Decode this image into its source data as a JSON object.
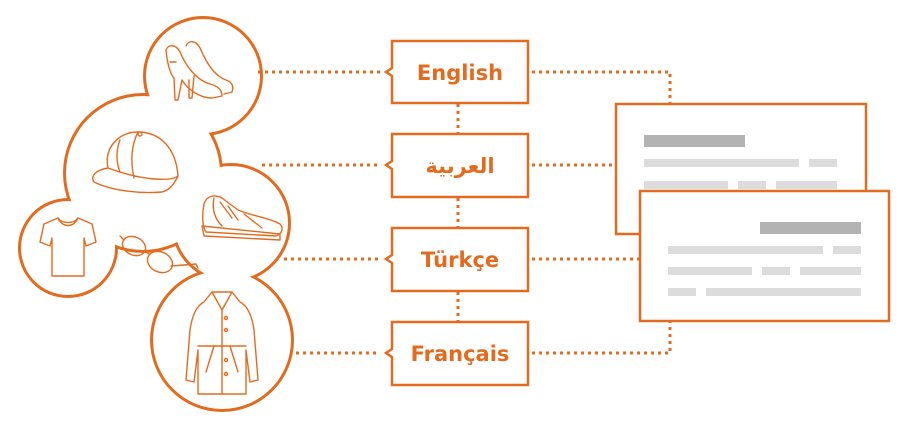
{
  "colors": {
    "accent": "#e36b1f",
    "placeholder_dark": "#b3b3b3",
    "placeholder_light": "#dcdcdc",
    "background": "#ffffff"
  },
  "products": [
    {
      "icon": "high-heels-icon"
    },
    {
      "icon": "cap-icon"
    },
    {
      "icon": "sneaker-icon"
    },
    {
      "icon": "tshirt-icon"
    },
    {
      "icon": "sunglasses-icon"
    },
    {
      "icon": "coat-icon"
    }
  ],
  "languages": [
    {
      "label": "English"
    },
    {
      "label": "العربية"
    },
    {
      "label": "Türkçe"
    },
    {
      "label": "Français"
    }
  ],
  "documents": [
    {
      "icon": "document-placeholder-back"
    },
    {
      "icon": "document-placeholder-front"
    }
  ]
}
